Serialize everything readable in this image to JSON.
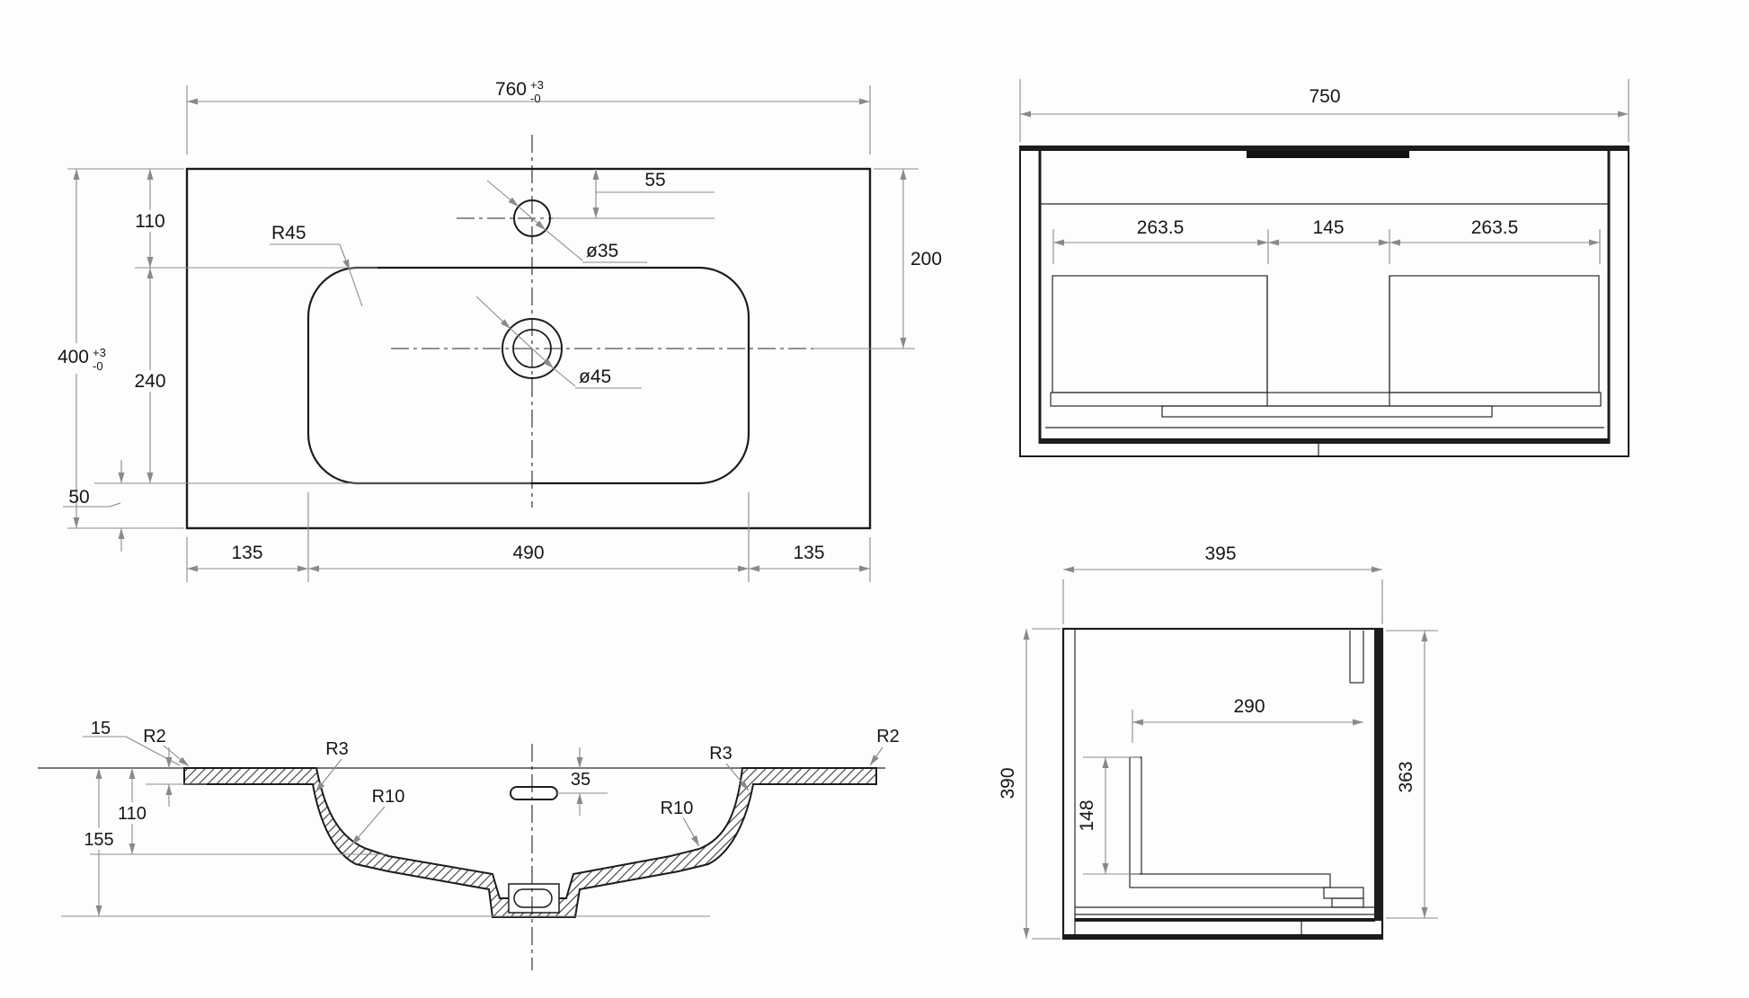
{
  "colors": {
    "background": "#fdfdfd",
    "object_line": "#1c1c1c",
    "dimension_line": "#8a8a8a",
    "text": "#161616",
    "hatch": "#3a3a3a"
  },
  "top_view": {
    "name": "sink top view",
    "dim_width": {
      "value": "760",
      "tol_sup": "+3",
      "tol_sub": "-0"
    },
    "dim_height": {
      "value": "400",
      "tol_sup": "+3",
      "tol_sub": "-0"
    },
    "dim_110": "110",
    "dim_240": "240",
    "dim_50": "50",
    "dim_135_left": "135",
    "dim_490": "490",
    "dim_135_right": "135",
    "dim_55": "55",
    "dim_200": "200",
    "label_r45": "R45",
    "label_dia35": "ø35",
    "label_dia45": "ø45"
  },
  "front_view": {
    "name": "cabinet front view",
    "dim_750": "750",
    "dim_263_left": "263.5",
    "dim_145": "145",
    "dim_263_right": "263.5"
  },
  "section_view": {
    "name": "sink cross section",
    "dim_15": "15",
    "label_r2_left": "R2",
    "label_r3_left": "R3",
    "label_r3_right": "R3",
    "label_r2_right": "R2",
    "dim_35": "35",
    "label_r10_left": "R10",
    "label_r10_right": "R10",
    "dim_110": "110",
    "dim_155": "155"
  },
  "side_view": {
    "name": "cabinet side view",
    "dim_395": "395",
    "dim_390": "390",
    "dim_290": "290",
    "dim_148": "148",
    "dim_363": "363"
  }
}
